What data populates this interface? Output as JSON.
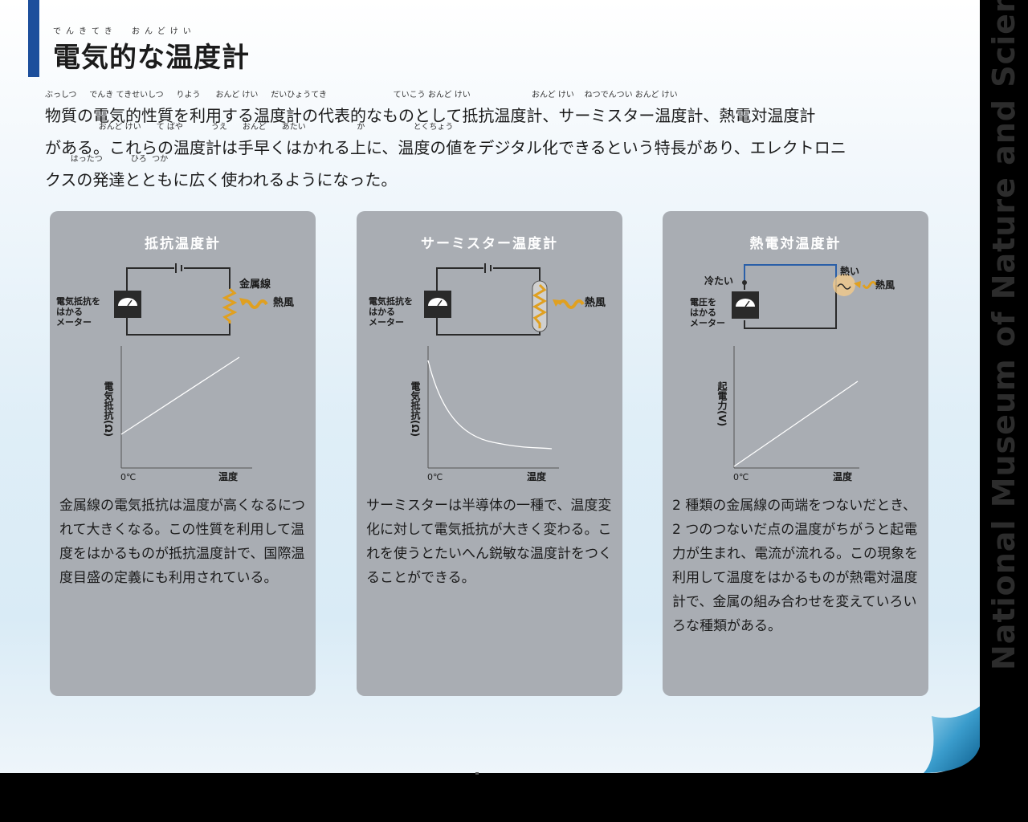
{
  "header": {
    "title": "電気的な温度計",
    "title_ruby": "でんきてき  おんどけい"
  },
  "intro": {
    "lines": [
      {
        "text": "物質の電気的性質を利用する温度計の代表的なものとして抵抗温度計、サーミスター温度計、熱電対温度計",
        "ruby": "ぶっしつ     でんき てきせいしつ     りよう      おんど けい     だいひょうてき                          ていこう おんど けい                        おんど けい    ねつでんつい おんど けい"
      },
      {
        "text": "がある。これらの温度計は手早くはかれる上に、温度の値をデジタル化できるという特長があり、エレクトロニ",
        "ruby": "                     おんど けい      て ばや           うえ      おんど      あたい                    か                   とくちょう"
      },
      {
        "text": "クスの発達とともに広く使われるようになった。",
        "ruby": "          はったつ           ひろ  つか"
      }
    ]
  },
  "panels": [
    {
      "title": "抵抗温度計",
      "meter_label": [
        "電気抵抗を",
        "はかる",
        "メーター"
      ],
      "wire_label": "金属線",
      "heat_label": "熱風",
      "ylabel": "電気抵抗(Ω)",
      "x0_label": "0℃",
      "xlabel": "温度",
      "description": "金属線の電気抵抗は温度が高くなるにつれて大きくなる。この性質を利用して温度をはかるものが抵抗温度計で、国際温度目盛の定義にも利用されている。"
    },
    {
      "title": "サーミスター温度計",
      "meter_label": [
        "電気抵抗を",
        "はかる",
        "メーター"
      ],
      "heat_label": "熱風",
      "ylabel": "電気抵抗(Ω)",
      "x0_label": "0℃",
      "xlabel": "温度",
      "description": "サーミスターは半導体の一種で、温度変化に対して電気抵抗が大きく変わる。これを使うとたいへん鋭敏な温度計をつくることができる。"
    },
    {
      "title": "熱電対温度計",
      "cold_label": "冷たい",
      "hot_label": "熱い",
      "heat_label": "熱風",
      "meter_label": [
        "電圧を",
        "はかる",
        "メーター"
      ],
      "ylabel": "起電力(V)",
      "x0_label": "0℃",
      "xlabel": "温度",
      "description": "2 種類の金属線の両端をつないだとき、2 つのつないだ点の温度がちがうと起電力が生まれ、電流が流れる。この現象を利用して温度をはかるものが熱電対温度計で、金属の組み合わせを変えていろいろな種類がある。"
    }
  ],
  "sidebar": {
    "vertical_text": "National Museum of Nature and Science"
  },
  "colors": {
    "accent_bar": "#1d4f9c",
    "panel_bg": "#a9adb3",
    "heat_arrow": "#e0a020",
    "wire_blue": "#2a5fa8"
  }
}
